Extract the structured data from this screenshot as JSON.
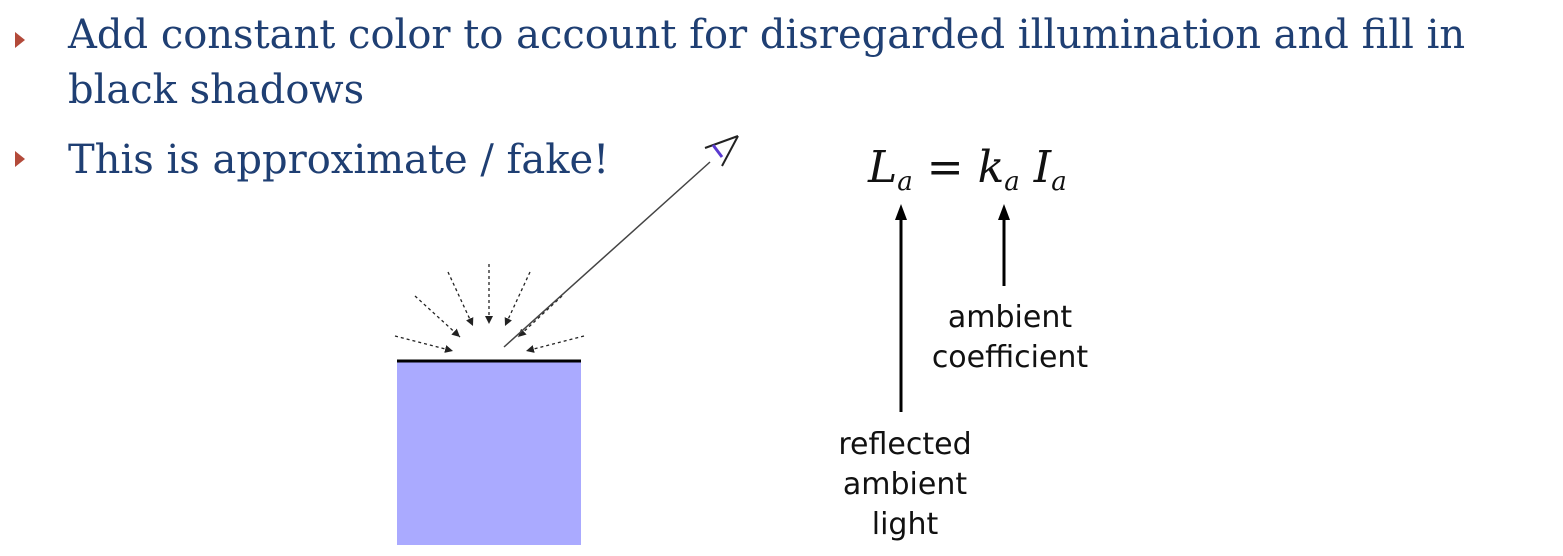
{
  "bullets": [
    {
      "text": "Add constant color to account for disregarded illumination and fill in black shadows"
    },
    {
      "text": "This is approximate / fake!"
    }
  ],
  "equation": {
    "lhs_symbol": "L",
    "lhs_sub": "a",
    "operator": "=",
    "coef_symbol": "k",
    "coef_sub": "a",
    "intensity_symbol": "I",
    "intensity_sub": "a"
  },
  "labels": {
    "coefficient_line1": "ambient",
    "coefficient_line2": "coefficient",
    "reflected_line1": "reflected",
    "reflected_line2": "ambient",
    "reflected_line3": "light"
  },
  "colors": {
    "bullet_text": "#1f3f73",
    "bullet_marker": "#b34a3a",
    "surface_block": "#aaaaff"
  }
}
